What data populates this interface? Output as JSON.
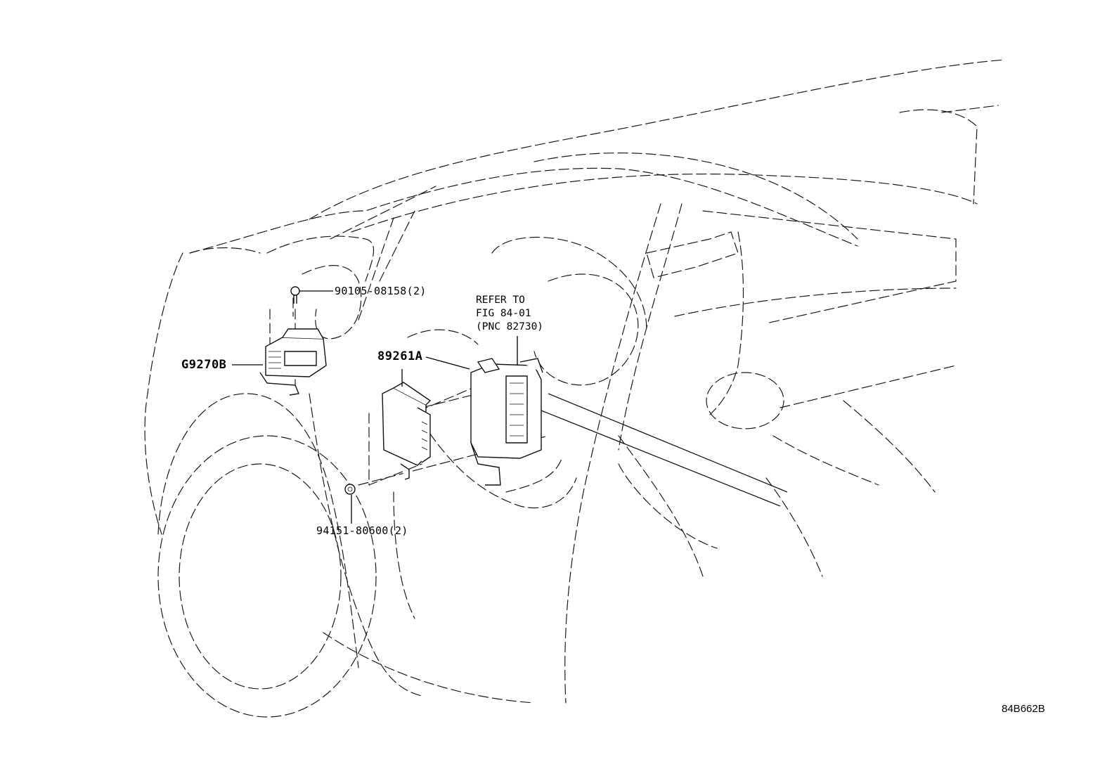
{
  "callouts": {
    "screw": "90105-08158(2)",
    "module_left": "G9270B",
    "module_center": "89261A",
    "nut": "94151-80600(2)"
  },
  "reference": {
    "line1": "REFER TO",
    "line2": "FIG 84-01",
    "line3": "(PNC 82730)"
  },
  "figure_code": "84B662B"
}
